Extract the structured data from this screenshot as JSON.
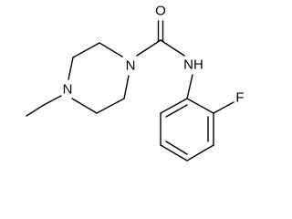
{
  "molecule": {
    "atoms": {
      "O": "O",
      "N_piperazine_top": "N",
      "N_piperazine_bottom": "N",
      "N_amide": "NH",
      "F": "F"
    }
  }
}
